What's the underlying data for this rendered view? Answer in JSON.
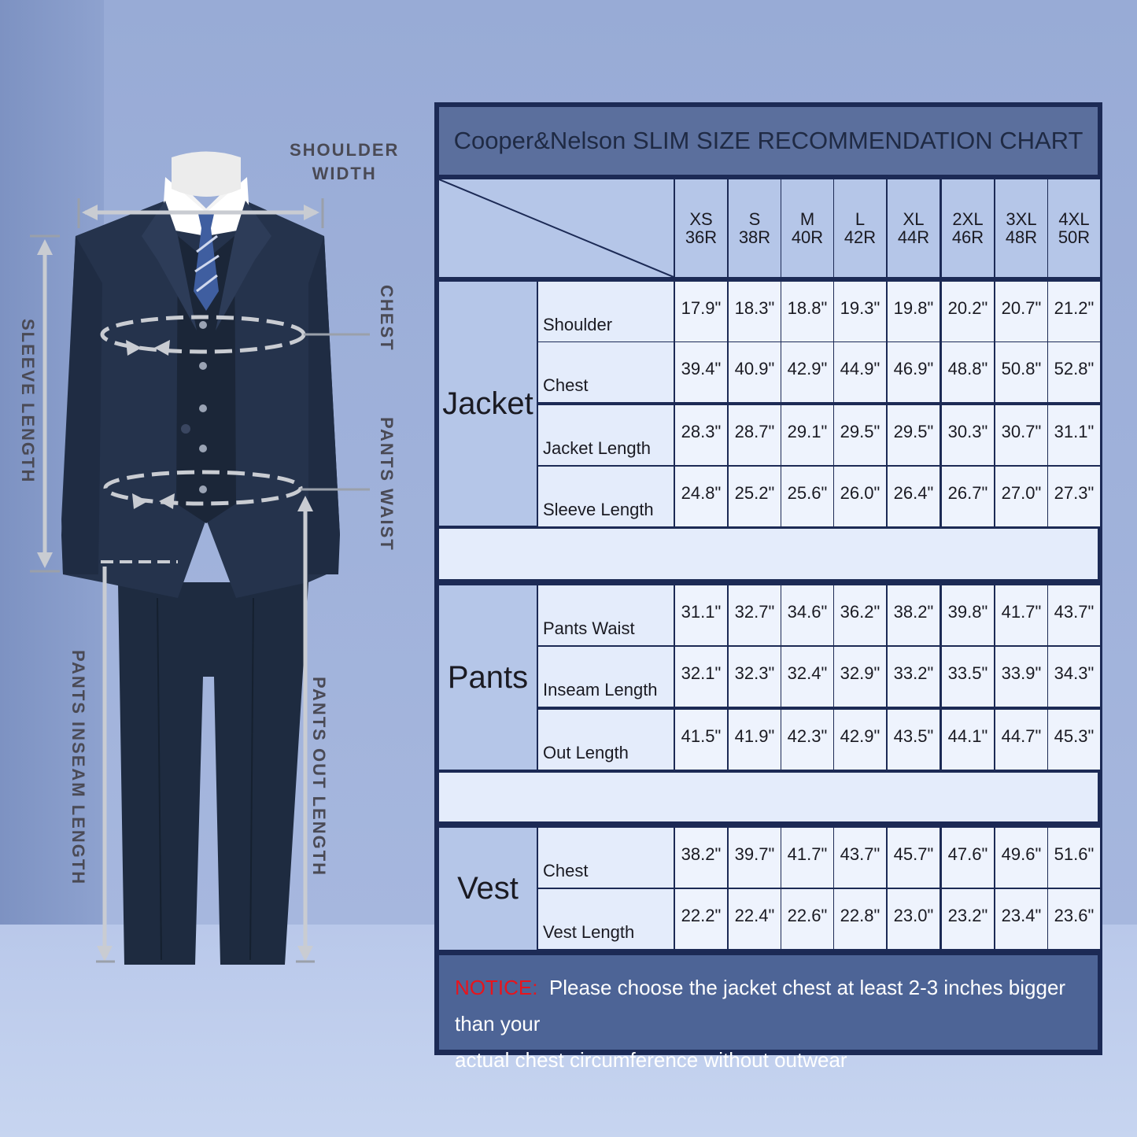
{
  "measure_labels": {
    "shoulder_line1": "SHOULDER",
    "shoulder_line2": "WIDTH",
    "chest": "CHEST",
    "sleeve": "SLEEVE LENGTH",
    "pants_waist": "PANTS WAIST",
    "inseam": "PANTS INSEAM LENGTH",
    "out": "PANTS OUT LENGTH"
  },
  "chart": {
    "title": "Cooper&Nelson SLIM SIZE RECOMMENDATION CHART",
    "sizes": [
      {
        "letter": "XS",
        "code": "36R"
      },
      {
        "letter": "S",
        "code": "38R"
      },
      {
        "letter": "M",
        "code": "40R"
      },
      {
        "letter": "L",
        "code": "42R"
      },
      {
        "letter": "XL",
        "code": "44R"
      },
      {
        "letter": "2XL",
        "code": "46R"
      },
      {
        "letter": "3XL",
        "code": "48R"
      },
      {
        "letter": "4XL",
        "code": "50R"
      }
    ],
    "groups": [
      {
        "name": "Jacket",
        "rows": [
          {
            "label": "Shoulder",
            "values": [
              "17.9\"",
              "18.3\"",
              "18.8\"",
              "19.3\"",
              "19.8\"",
              "20.2\"",
              "20.7\"",
              "21.2\""
            ]
          },
          {
            "label": "Chest",
            "values": [
              "39.4\"",
              "40.9\"",
              "42.9\"",
              "44.9\"",
              "46.9\"",
              "48.8\"",
              "50.8\"",
              "52.8\""
            ]
          },
          {
            "label": "Jacket Length",
            "values": [
              "28.3\"",
              "28.7\"",
              "29.1\"",
              "29.5\"",
              "29.5\"",
              "30.3\"",
              "30.7\"",
              "31.1\""
            ]
          },
          {
            "label": "Sleeve Length",
            "values": [
              "24.8\"",
              "25.2\"",
              "25.6\"",
              "26.0\"",
              "26.4\"",
              "26.7\"",
              "27.0\"",
              "27.3\""
            ]
          }
        ]
      },
      {
        "name": "Pants",
        "rows": [
          {
            "label": "Pants Waist",
            "values": [
              "31.1\"",
              "32.7\"",
              "34.6\"",
              "36.2\"",
              "38.2\"",
              "39.8\"",
              "41.7\"",
              "43.7\""
            ]
          },
          {
            "label": "Inseam Length",
            "values": [
              "32.1\"",
              "32.3\"",
              "32.4\"",
              "32.9\"",
              "33.2\"",
              "33.5\"",
              "33.9\"",
              "34.3\""
            ]
          },
          {
            "label": "Out Length",
            "values": [
              "41.5\"",
              "41.9\"",
              "42.3\"",
              "42.9\"",
              "43.5\"",
              "44.1\"",
              "44.7\"",
              "45.3\""
            ]
          }
        ]
      },
      {
        "name": "Vest",
        "rows": [
          {
            "label": "Chest",
            "values": [
              "38.2\"",
              "39.7\"",
              "41.7\"",
              "43.7\"",
              "45.7\"",
              "47.6\"",
              "49.6\"",
              "51.6\""
            ]
          },
          {
            "label": "Vest Length",
            "values": [
              "22.2\"",
              "22.4\"",
              "22.6\"",
              "22.8\"",
              "23.0\"",
              "23.2\"",
              "23.4\"",
              "23.6\""
            ]
          }
        ]
      }
    ],
    "notice_label": "NOTICE:",
    "notice_line1": "Please choose the jacket chest at least 2-3 inches bigger than your",
    "notice_line2": "actual chest circumference without outwear"
  }
}
